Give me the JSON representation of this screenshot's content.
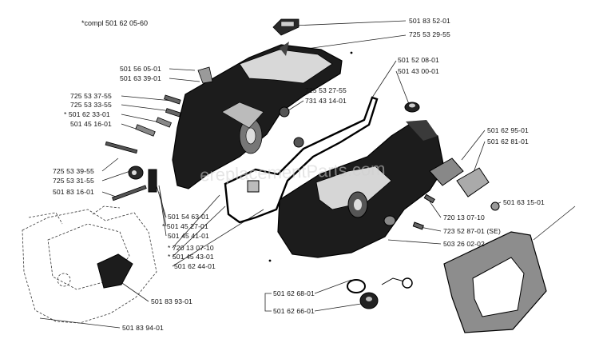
{
  "note": "*compl 501 62 05-60",
  "labels": {
    "p_501835201": "501 83 52-01",
    "p_725532955": "725 53 29-55",
    "p_501560501": "501 56 05-01",
    "p_501633901": "501 63 39-01",
    "p_725533755": "725 53 37-55",
    "p_725533355": "725 53 33-55",
    "p_501623301": "* 501 62 33-01",
    "p_501451601": "501 45 16-01",
    "p_725532755": "725 53 27-55",
    "p_731431401": "731 43 14-01",
    "p_501520801": "501 52 08-01",
    "p_501430001": "501 43 00-01",
    "p_725533955": "725 53 39-55",
    "p_725533155": "725 53 31-55",
    "p_501831601": "501 83 16-01",
    "p_501546301": "501 54 63-01",
    "p_501452701": "* 501 45 27-01",
    "p_501454101": "501 45 41-01",
    "p_720130710a": "* 720 13 07-10",
    "p_501454301": "* 501 45 43-01",
    "p_501624401": "501 62 44-01",
    "p_501629501": "501 62 95-01",
    "p_501628101": "501 62 81-01",
    "p_501631501": "501 63 15-01",
    "p_720130710b": "720 13 07-10",
    "p_723528701": "723 52 87-01 (SE)",
    "p_503260202": "503 26 02-02",
    "p_501839301": "501 83 93-01",
    "p_501839401": "501 83 94-01",
    "p_501626801": "501 62 68-01",
    "p_501626601": "501 62 66-01"
  },
  "watermark": "ereplacementParts.com"
}
